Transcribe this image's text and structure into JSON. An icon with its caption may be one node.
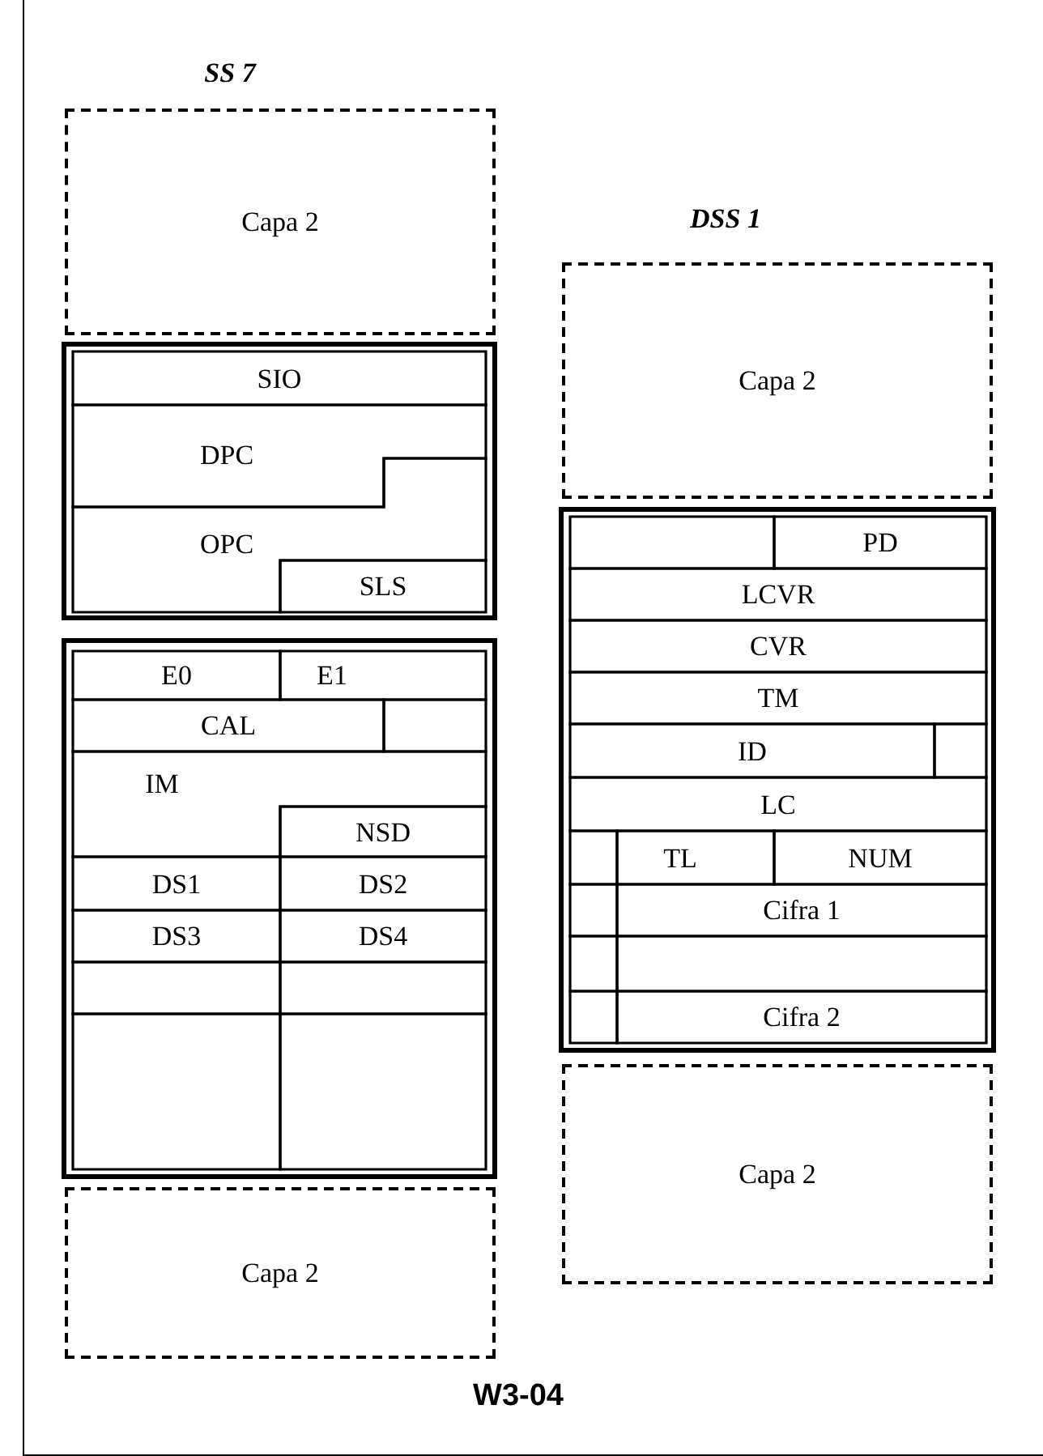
{
  "diagram": {
    "nodes": [
      {
        "text": [
          "Capa 2"
        ]
      },
      {
        "text": [],
        "shape": "box"
      },
      {
        "text": [
          "SIO"
        ],
        "in": 1
      },
      {
        "text": [
          "DPC"
        ],
        "in": 1
      },
      {
        "text": [
          "OPC"
        ],
        "in": 1
      },
      {
        "text": [
          "SLS"
        ],
        "in": 1
      },
      {
        "text": [],
        "shape": "box"
      },
      {
        "text": [
          "E0"
        ],
        "in": 6
      },
      {
        "text": [
          "E1"
        ],
        "in": 6
      },
      {
        "text": [
          "CAL"
        ],
        "in": 6
      },
      {
        "text": [],
        "shape": "box",
        "in": 6
      },
      {
        "text": [
          "IM"
        ],
        "in": 6
      },
      {
        "text": [
          "NSD"
        ],
        "in": 6
      },
      {
        "text": [
          "DS1"
        ],
        "in": 6
      },
      {
        "text": [
          "DS2"
        ],
        "in": 6
      },
      {
        "text": [
          "DS3"
        ],
        "in": 6
      },
      {
        "text": [
          "DS4"
        ],
        "in": 6
      },
      {
        "text": [],
        "shape": "box",
        "in": 6
      },
      {
        "text": [],
        "shape": "box",
        "in": 6
      },
      {
        "text": [],
        "shape": "box",
        "in": 6
      },
      {
        "text": [],
        "shape": "box",
        "in": 6
      },
      {
        "text": [
          "Capa 2"
        ]
      },
      {
        "text": [
          "Capa 2"
        ]
      },
      {
        "text": [],
        "shape": "box"
      },
      {
        "text": [],
        "shape": "box",
        "in": 23
      },
      {
        "text": [
          "PD"
        ],
        "in": 23
      },
      {
        "text": [
          "LCVR"
        ],
        "in": 23
      },
      {
        "text": [
          "CVR"
        ],
        "in": 23
      },
      {
        "text": [
          "TM"
        ],
        "in": 23
      },
      {
        "text": [
          "ID"
        ],
        "in": 23
      },
      {
        "text": [],
        "shape": "box",
        "in": 23
      },
      {
        "text": [
          "LC"
        ],
        "in": 23
      },
      {
        "text": [],
        "shape": "box",
        "in": 23
      },
      {
        "text": [
          "TL"
        ],
        "in": 23
      },
      {
        "text": [
          "NUM"
        ],
        "in": 23
      },
      {
        "text": [],
        "shape": "box",
        "in": 23
      },
      {
        "text": [
          "Cifra 1"
        ],
        "in": 23
      },
      {
        "text": [],
        "shape": "box",
        "in": 23
      },
      {
        "text": [],
        "shape": "box",
        "in": 23
      },
      {
        "text": [],
        "shape": "box",
        "in": 23
      },
      {
        "text": [
          "Cifra 2"
        ],
        "in": 23
      },
      {
        "text": [
          "Capa 2"
        ]
      }
    ],
    "labels": [
      "SS 7",
      "DSS 1",
      "W3-04"
    ]
  }
}
